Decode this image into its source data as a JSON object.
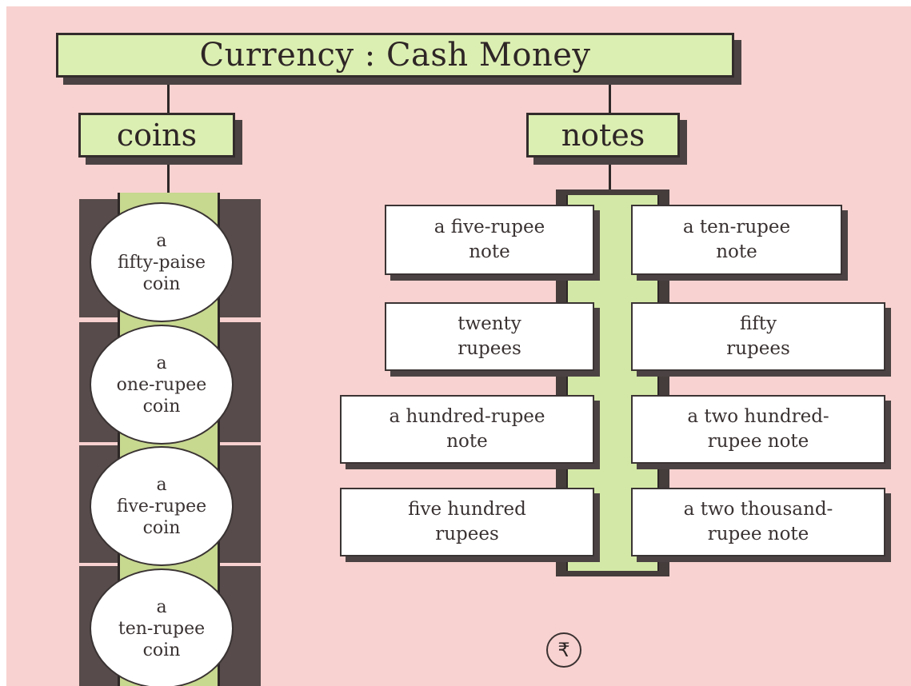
{
  "title": "Currency : Cash Money",
  "branches": {
    "coins": {
      "label": "coins",
      "items": [
        "a\nfifty-paise\ncoin",
        "a\none-rupee\ncoin",
        "a\nfive-rupee\ncoin",
        "a\nten-rupee\ncoin"
      ]
    },
    "notes": {
      "label": "notes",
      "items": [
        "a five-rupee\nnote",
        "a ten-rupee\nnote",
        "twenty\nrupees",
        "fifty\nrupees",
        "a hundred-rupee\nnote",
        "a two hundred-\nrupee note",
        "five hundred\nrupees",
        "a two thousand-\nrupee note"
      ]
    }
  },
  "symbol": "₹"
}
